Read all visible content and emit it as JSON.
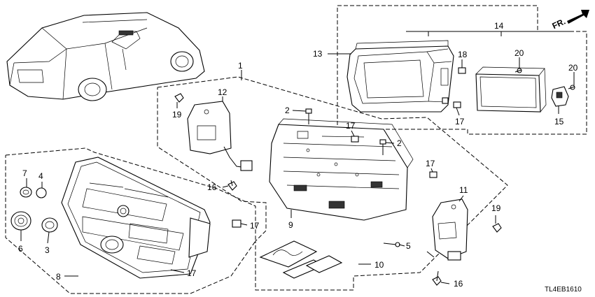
{
  "diagram": {
    "code": "TL4EB1610",
    "direction_label": "FR.",
    "callouts": {
      "c1": "1",
      "c2a": "2",
      "c2b": "2",
      "c3": "3",
      "c4": "4",
      "c5": "5",
      "c6": "6",
      "c7": "7",
      "c8": "8",
      "c9": "9",
      "c10": "10",
      "c11": "11",
      "c12": "12",
      "c13": "13",
      "c14": "14",
      "c15": "15",
      "c16a": "16",
      "c16b": "16",
      "c17a": "17",
      "c17b": "17",
      "c17c": "17",
      "c17d": "17",
      "c17e": "17",
      "c18": "18",
      "c19a": "19",
      "c19b": "19",
      "c20a": "20",
      "c20b": "20"
    }
  }
}
